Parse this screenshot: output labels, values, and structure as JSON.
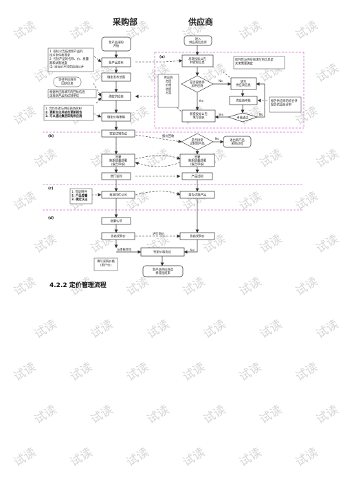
{
  "header": {
    "left": "采购部",
    "right": "供应商"
  },
  "section_labels": {
    "a": "(a)",
    "b": "(b)",
    "c": "(c)",
    "d": "(d)"
  },
  "nodes": {
    "start": [
      "新产品采购",
      "开始"
    ],
    "notice": [
      "进入",
      "供应商信息库"
    ],
    "release": [
      "新产品发布"
    ],
    "supplier_collect": [
      "发现投标公告",
      "并索取信息"
    ],
    "confirm_range": [
      "确定发布范围"
    ],
    "fill_info": [
      "填写",
      "供应商信息"
    ],
    "confirm_supplier": [
      "确定供应商"
    ],
    "diamond_interest": [
      "是否愿意参",
      "加供应商"
    ],
    "assess": [
      "供应商考核"
    ],
    "confirm_price": [
      "确定价格策略"
    ],
    "bid_submit": [
      "新提投标公告",
      "填写回执"
    ],
    "diamond_pass": [
      "考核通过"
    ],
    "confirm_sample_deal": [
      "签定试制协议"
    ],
    "diamond_accept": [
      "是否接受",
      "试制新产品"
    ],
    "terminate": [
      "退出新产品",
      "采购过程"
    ],
    "left_quality": [
      "签署",
      "能期质量部署",
      "(报告审核)"
    ],
    "right_quality": [
      "签署",
      "能期质量部署",
      "(报告审核)"
    ],
    "test_supply": [
      "进行谈判"
    ],
    "product_trial": [
      "产品试制"
    ],
    "left_approve": [
      "首批样件认可"
    ],
    "right_report": [
      "报告试制产品"
    ],
    "batch_approve": [
      "批量认可"
    ],
    "left_purchase": [
      "协商采购价"
    ],
    "right_purchase": [
      "协商采购价"
    ],
    "sign_price": [
      "签定价格协议"
    ],
    "done": [
      "新产品供应商选",
      "择流程结束"
    ]
  },
  "notes": {
    "n1": [
      "1. 投标公告描述新产品的",
      "技术条件和要求",
      "2. 包括产品的名称、价、质量",
      "期和试制进度",
      "注: 目标价不对供应商公开"
    ],
    "n2": [
      "等待供应商的",
      "回执信息"
    ],
    "n3": [
      "根据供应商填写的回执信息",
      "选择新产品的试制单位"
    ],
    "n4": [
      "1. 合作作者与供应商协商利",
      "2. 更新自主并结合更新报告",
      "3. 可以通过集团采购供应商"
    ],
    "n5": [
      "批判性与供应商填写的信息是",
      "未来需要确定"
    ],
    "n6": [
      "报告供应商的综合评",
      "报告供应商评审"
    ],
    "n7": [
      "供应商",
      "资质",
      "价格",
      "进度",
      "方案"
    ],
    "n8": [
      "1. 签说明件",
      "2. 产品签署",
      "3. 确定认证"
    ],
    "n9": [
      "填写采购价格",
      "(用户价)"
    ]
  },
  "edge_labels": {
    "reg_info": "报价回收",
    "exec": "进行询价",
    "yes1": "Yes",
    "yes2": "Yes",
    "yes3": "Yes",
    "no1": "No",
    "no2": "No",
    "no3": "No",
    "sample_price": "与审核单位"
  },
  "section_title": "4.2.2 定价管理流程",
  "watermark": "试读",
  "colors": {
    "line": "#333333",
    "dash": "#d26bd2",
    "watermark": "#d6d6d6"
  }
}
